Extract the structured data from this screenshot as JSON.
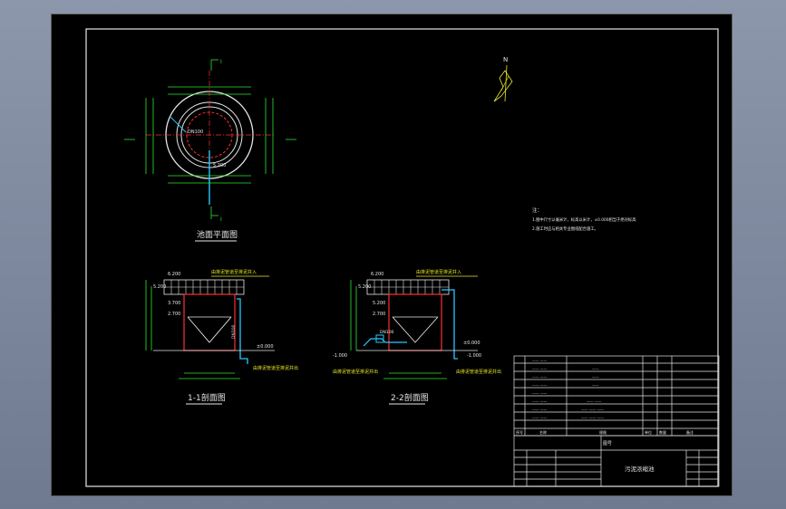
{
  "drawing": {
    "plan": {
      "title": "池面平面图",
      "center_label": "",
      "labels": [
        "DN100",
        "5.200"
      ],
      "section_mark": "I"
    },
    "section_1": {
      "title": "1-1剖面图",
      "elevations": [
        "6.200",
        "5.200",
        "3.700",
        "2.700",
        "±0.000"
      ],
      "callouts": [
        "由排泥管道至排泥井入",
        "由排泥管道至排泥井出"
      ],
      "pipe_label": "DN100"
    },
    "section_2": {
      "title": "2-2剖面图",
      "elevations": [
        "6.200",
        "5.200",
        "5.200",
        "2.700",
        "-1.000",
        "±0.000",
        "-1.000"
      ],
      "callouts": [
        "由排泥管道至排泥井入",
        "由排泥管道至排泥井出",
        "由排泥管道至排泥井出"
      ],
      "pipe_label": "DN100"
    },
    "north": "N",
    "notes": {
      "heading": "注：",
      "lines": [
        "1.图中尺寸以毫米计，标高以米计，±0.000相当于绝对标高",
        "2.施工时应与相关专业图纸配合施工。"
      ]
    },
    "title_block": {
      "drawing_name": "污泥浓缩池",
      "field_label": "图号",
      "rows": [
        "序号",
        "名称",
        "规格",
        "单位",
        "数量",
        "备注"
      ]
    }
  },
  "colors": {
    "green": "#2ee62e",
    "red": "#ff3030",
    "cyan": "#29c8ff",
    "yellow": "#e8e82a",
    "white": "#e6e6e6"
  }
}
